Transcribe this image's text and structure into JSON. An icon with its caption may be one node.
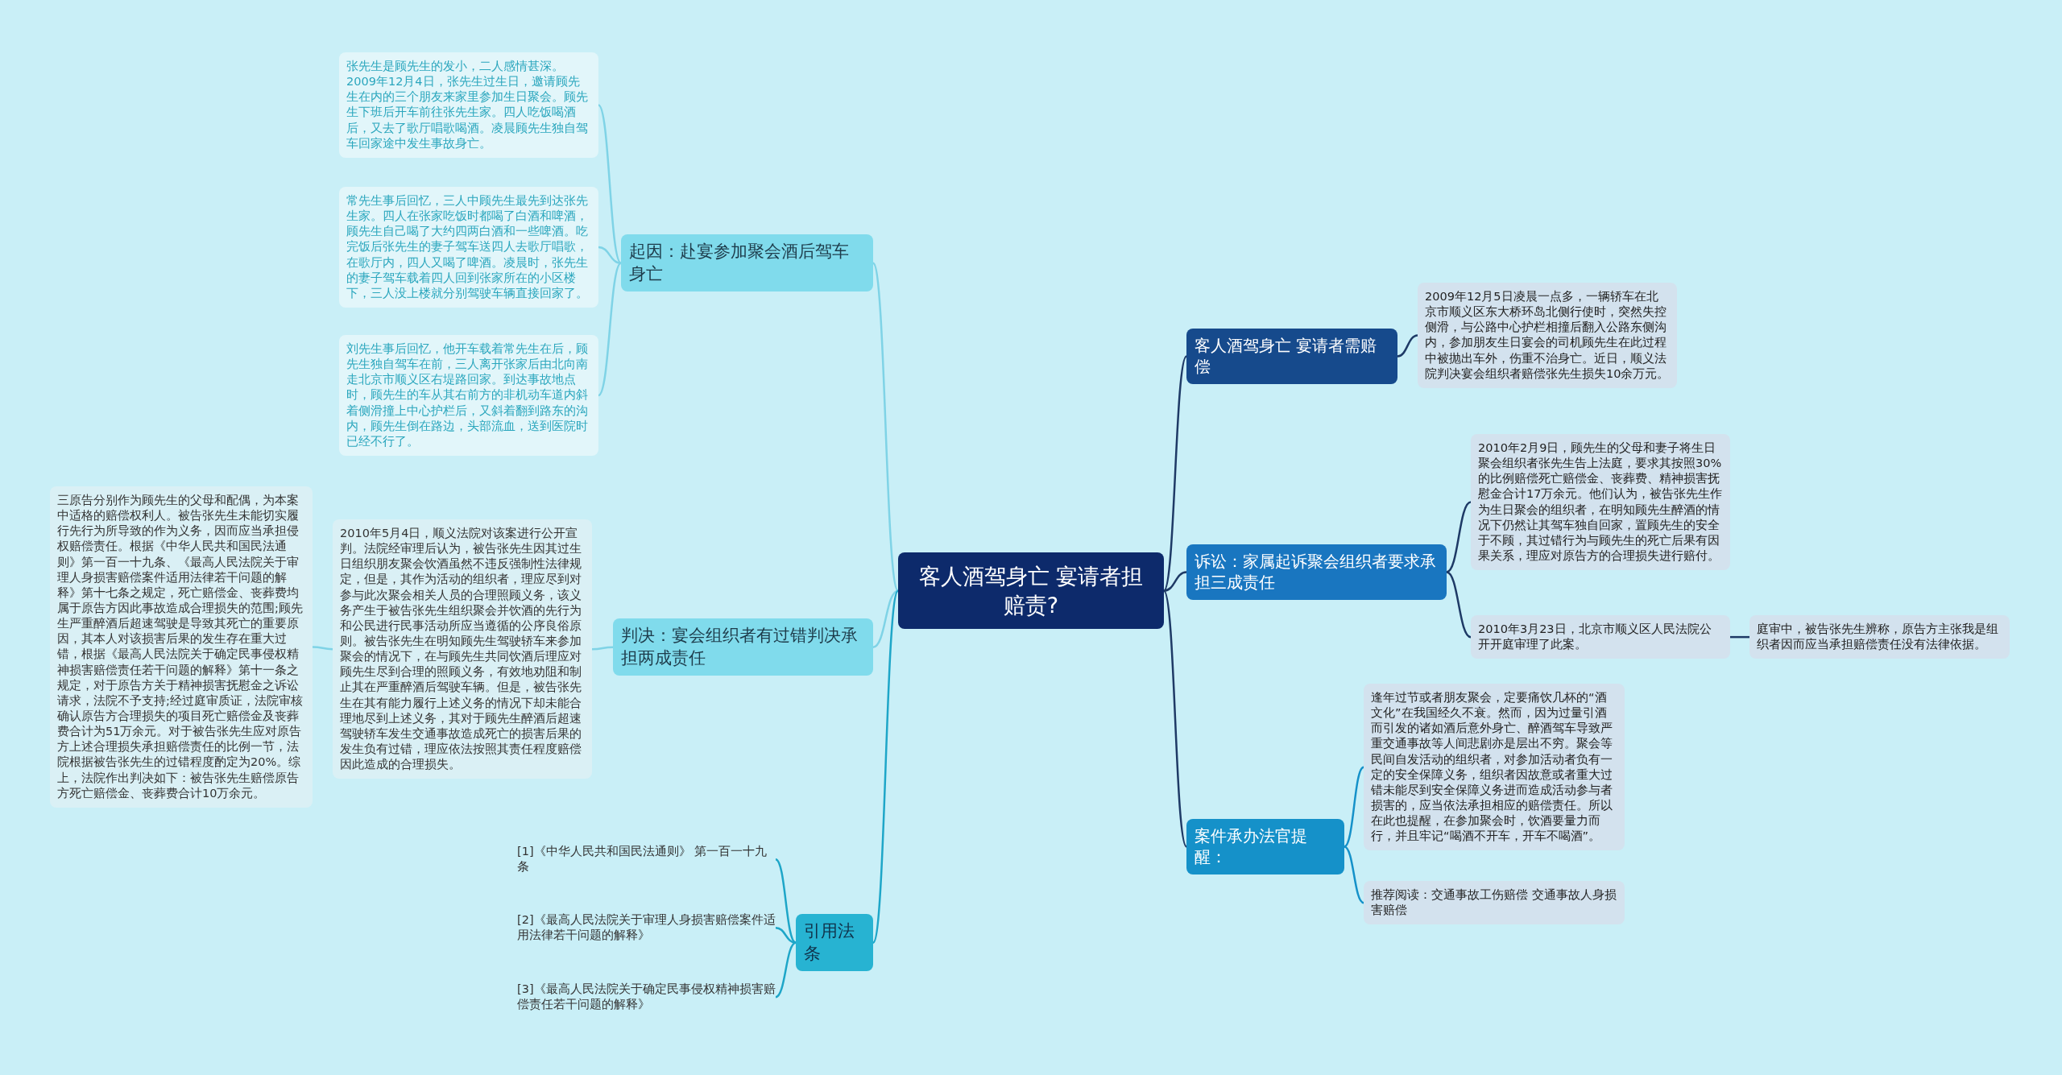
{
  "diagram": {
    "nodes": [
      {
        "text": [
          "客人酒驾身亡 宴请者担赔责?"
        ]
      },
      {
        "text": [
          "起因：赴宴参加聚会酒后驾车身亡"
        ]
      },
      {
        "text": [
          "张先生是顾先生的发小，二人感情甚深。2009年12月4日，张先生过生日，邀请顾先生在内的三个朋友来家里参加生日聚会。顾先生下班后开车前往张先生家。四人吃饭喝酒后，又去了歌厅唱歌喝酒。凌晨顾先生独自驾车回家途中发生事故身亡。"
        ]
      },
      {
        "text": [
          "常先生事后回忆，三人中顾先生最先到达张先生家。四人在张家吃饭时都喝了白酒和啤酒，顾先生自己喝了大约四两白酒和一些啤酒。吃完饭后张先生的妻子驾车送四人去歌厅唱歌，在歌厅内，四人又喝了啤酒。凌晨时，张先生的妻子驾车载着四人回到张家所在的小区楼下，三人没上楼就分别驾驶车辆直接回家了。"
        ]
      },
      {
        "text": [
          "刘先生事后回忆，他开车载着常先生在后，顾先生独自驾车在前，三人离开张家后由北向南走北京市顺义区右堤路回家。到达事故地点时，顾先生的车从其右前方的非机动车道内斜着侧滑撞上中心护栏后，又斜着翻到路东的沟内，顾先生倒在路边，头部流血，送到医院时已经不行了。"
        ]
      },
      {
        "text": [
          "判决：宴会组织者有过错判决承担两成责任"
        ]
      },
      {
        "text": [
          "2010年5月4日，顺义法院对该案进行公开宣判。法院经审理后认为，被告张先生因其过生日组织朋友聚会饮酒虽然不违反强制性法律规定，但是，其作为活动的组织者，理应尽到对参与此次聚会相关人员的合理照顾义务，该义务产生于被告张先生组织聚会并饮酒的先行为和公民进行民事活动所应当遵循的公序良俗原则。被告张先生在明知顾先生驾驶轿车来参加聚会的情况下，在与顾先生共同饮酒后理应对顾先生尽到合理的照顾义务，有效地劝阻和制止其在严重醉酒后驾驶车辆。但是，被告张先生在其有能力履行上述义务的情况下却未能合理地尽到上述义务，其对于顾先生醉酒后超速驾驶轿车发生交通事故造成死亡的损害后果的发生负有过错，理应依法按照其责任程度赔偿因此造成的合理损失。"
        ]
      },
      {
        "text": [
          "三原告分别作为顾先生的父母和配偶，为本案中适格的赔偿权利人。被告张先生未能切实履行先行为所导致的作为义务，因而应当承担侵权赔偿责任。根据《中华人民共和国民法通则》第一百一十九条、《最高人民法院关于审理人身损害赔偿案件适用法律若干问题的解释》第十七条之规定，死亡赔偿金、丧葬费均属于原告方因此事故造成合理损失的范围;顾先生严重醉酒后超速驾驶是导致其死亡的重要原因，其本人对该损害后果的发生存在重大过错，根据《最高人民法院关于确定民事侵权精神损害赔偿责任若干问题的解释》第十一条之规定，对于原告方关于精神损害抚慰金之诉讼请求，法院不予支持;经过庭审质证，法院审核确认原告方合理损失的项目死亡赔偿金及丧葬费合计为51万余元。对于被告张先生应对原告方上述合理损失承担赔偿责任的比例一节，法院根据被告张先生的过错程度酌定为20%。综上，法院作出判决如下：被告张先生赔偿原告方死亡赔偿金、丧葬费合计10万余元。"
        ]
      },
      {
        "text": [
          "引用法条"
        ]
      },
      {
        "text": [
          "[1]《中华人民共和国民法通则》 第一百一十九条"
        ]
      },
      {
        "text": [
          "[2]《最高人民法院关于审理人身损害赔偿案件适用法律若干问题的解释》"
        ]
      },
      {
        "text": [
          "[3]《最高人民法院关于确定民事侵权精神损害赔偿责任若干问题的解释》"
        ]
      },
      {
        "text": [
          "客人酒驾身亡 宴请者需赔偿"
        ]
      },
      {
        "text": [
          "2009年12月5日凌晨一点多，一辆轿车在北京市顺义区东大桥环岛北侧行使时，突然失控侧滑，与公路中心护栏相撞后翻入公路东侧沟内，参加朋友生日宴会的司机顾先生在此过程中被抛出车外，伤重不治身亡。近日，顺义法院判决宴会组织者赔偿张先生损失10余万元。"
        ]
      },
      {
        "text": [
          "诉讼：家属起诉聚会组织者要求承担三成责任"
        ]
      },
      {
        "text": [
          "2010年2月9日，顾先生的父母和妻子将生日聚会组织者张先生告上法庭，要求其按照30%的比例赔偿死亡赔偿金、丧葬费、精神损害抚慰金合计17万余元。他们认为，被告张先生作为生日聚会的组织者，在明知顾先生醉酒的情况下仍然让其驾车独自回家，置顾先生的安全于不顾，其过错行为与顾先生的死亡后果有因果关系，理应对原告方的合理损失进行赔付。"
        ]
      },
      {
        "text": [
          "2010年3月23日，北京市顺义区人民法院公开开庭审理了此案。"
        ]
      },
      {
        "text": [
          "庭审中，被告张先生辨称，原告方主张我是组织者因而应当承担赔偿责任没有法律依据。"
        ]
      },
      {
        "text": [
          "案件承办法官提醒："
        ]
      },
      {
        "text": [
          "逢年过节或者朋友聚会，定要痛饮几杯的“酒文化”在我国经久不衰。然而，因为过量引酒而引发的诸如酒后意外身亡、醉酒驾车导致严重交通事故等人间悲剧亦是层出不穷。聚会等民间自发活动的组织者，对参加活动者负有一定的安全保障义务，组织者因故意或者重大过错未能尽到安全保障义务进而造成活动参与者损害的，应当依法承担相应的赔偿责任。所以在此也提醒，在参加聚会时，饮酒要量力而行，并且牢记“喝酒不开车，开车不喝酒”。"
        ]
      },
      {
        "text": [
          "推荐阅读：交通事故工伤赔偿 交通事故人身损害赔偿"
        ]
      }
    ],
    "edges": [
      {
        "from": 0,
        "to": 1,
        "arrow": "none"
      },
      {
        "from": 1,
        "to": 2,
        "arrow": "none"
      },
      {
        "from": 1,
        "to": 3,
        "arrow": "none"
      },
      {
        "from": 1,
        "to": 4,
        "arrow": "none"
      },
      {
        "from": 0,
        "to": 5,
        "arrow": "none"
      },
      {
        "from": 5,
        "to": 6,
        "arrow": "none"
      },
      {
        "from": 6,
        "to": 7,
        "arrow": "none"
      },
      {
        "from": 0,
        "to": 8,
        "arrow": "none",
        "color": "#1ea6c8"
      },
      {
        "from": 8,
        "to": 9,
        "arrow": "none",
        "color": "#1ea6c8"
      },
      {
        "from": 8,
        "to": 10,
        "arrow": "none",
        "color": "#1ea6c8"
      },
      {
        "from": 8,
        "to": 11,
        "arrow": "none",
        "color": "#1ea6c8"
      },
      {
        "from": 0,
        "to": 12,
        "arrow": "none",
        "color": "#1e3a66"
      },
      {
        "from": 12,
        "to": 13,
        "arrow": "none",
        "color": "#1e3a66"
      },
      {
        "from": 0,
        "to": 14,
        "arrow": "none",
        "color": "#1e3a66"
      },
      {
        "from": 14,
        "to": 15,
        "arrow": "none",
        "color": "#1e3a66"
      },
      {
        "from": 14,
        "to": 16,
        "arrow": "none",
        "color": "#1e3a66"
      },
      {
        "from": 16,
        "to": 17,
        "arrow": "none",
        "color": "#1e3a66"
      },
      {
        "from": 0,
        "to": 18,
        "arrow": "none",
        "color": "#1e3a66"
      },
      {
        "from": 18,
        "to": 19,
        "arrow": "none",
        "color": "#1591c9"
      },
      {
        "from": 18,
        "to": 20,
        "arrow": "none",
        "color": "#1591c9"
      }
    ]
  }
}
